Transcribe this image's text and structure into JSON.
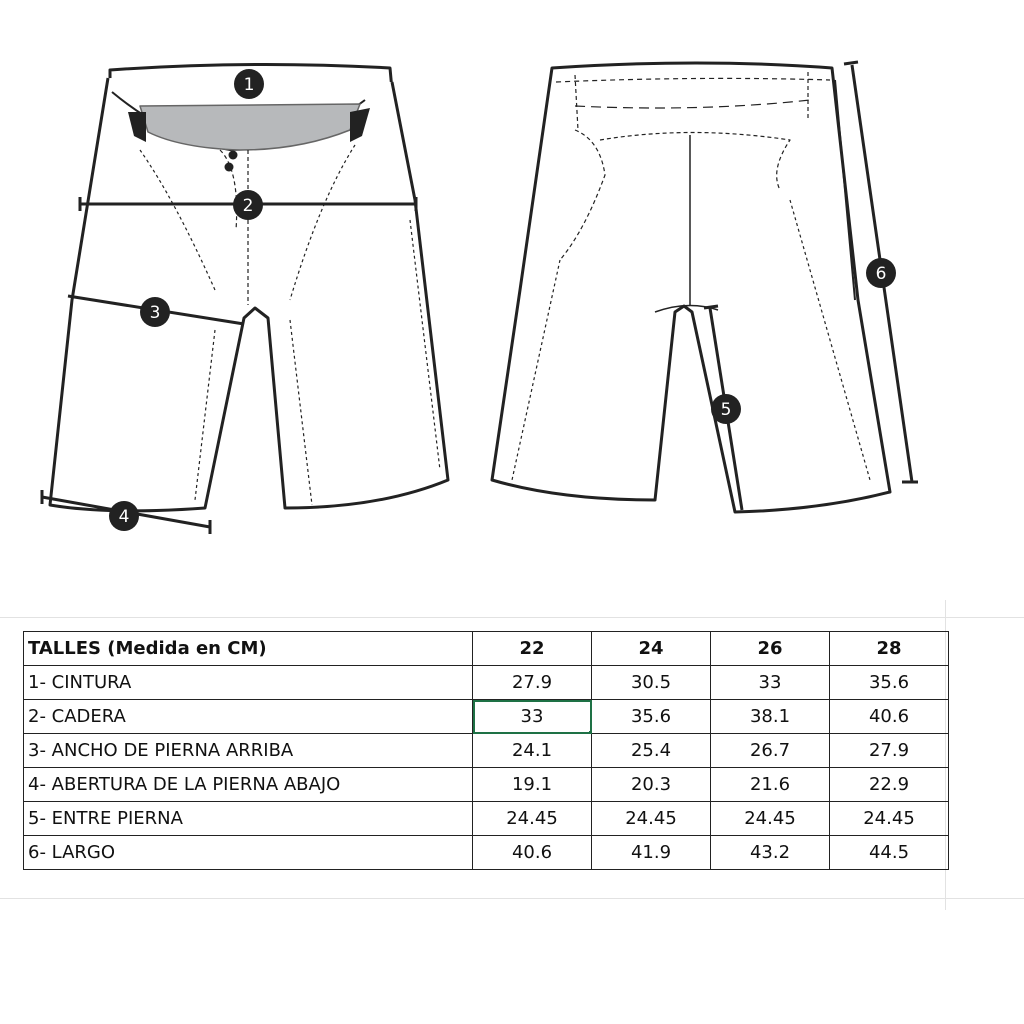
{
  "diagram": {
    "markers": [
      "1",
      "2",
      "3",
      "4",
      "5",
      "6"
    ]
  },
  "table": {
    "header_label": "TALLES (Medida en CM)",
    "sizes": [
      "22",
      "24",
      "26",
      "28"
    ],
    "rows": [
      {
        "label": "1- CINTURA",
        "values": [
          "27.9",
          "30.5",
          "33",
          "35.6"
        ]
      },
      {
        "label": "2- CADERA",
        "values": [
          "33",
          "35.6",
          "38.1",
          "40.6"
        ]
      },
      {
        "label": "3- ANCHO DE PIERNA ARRIBA",
        "values": [
          "24.1",
          "25.4",
          "26.7",
          "27.9"
        ]
      },
      {
        "label": "4- ABERTURA DE LA PIERNA ABAJO",
        "values": [
          "19.1",
          "20.3",
          "21.6",
          "22.9"
        ]
      },
      {
        "label": "5- ENTRE PIERNA",
        "values": [
          "24.45",
          "24.45",
          "24.45",
          "24.45"
        ]
      },
      {
        "label": "6- LARGO",
        "values": [
          "40.6",
          "41.9",
          "43.2",
          "44.5"
        ]
      }
    ],
    "selected_cell": {
      "row": 1,
      "col": 0
    },
    "selection_color": "#1e7145"
  }
}
